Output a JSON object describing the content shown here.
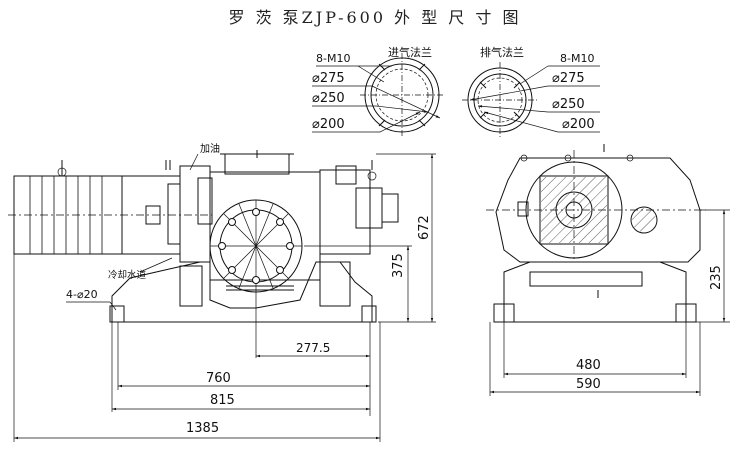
{
  "title": "罗 茨 泵ZJP-600 外 型 尺 寸 图",
  "flanges": {
    "inlet": {
      "label": "进气法兰",
      "bolts": "8-M10",
      "d1": "⌀275",
      "d2": "⌀250",
      "d3": "⌀200"
    },
    "outlet": {
      "label": "排气法兰",
      "bolts": "8-M10",
      "d1": "⌀275",
      "d2": "⌀250",
      "d3": "⌀200"
    }
  },
  "front_view": {
    "oil_label": "加油",
    "cooling_label": "冷却水道",
    "holes_label": "4-⌀20",
    "dims": {
      "height_total": "672",
      "height_center": "375",
      "center_offset": "277.5",
      "base_760": "760",
      "base_815": "815",
      "total_1385": "1385"
    }
  },
  "side_view": {
    "dims": {
      "height": "235",
      "width_480": "480",
      "width_590": "590"
    }
  }
}
